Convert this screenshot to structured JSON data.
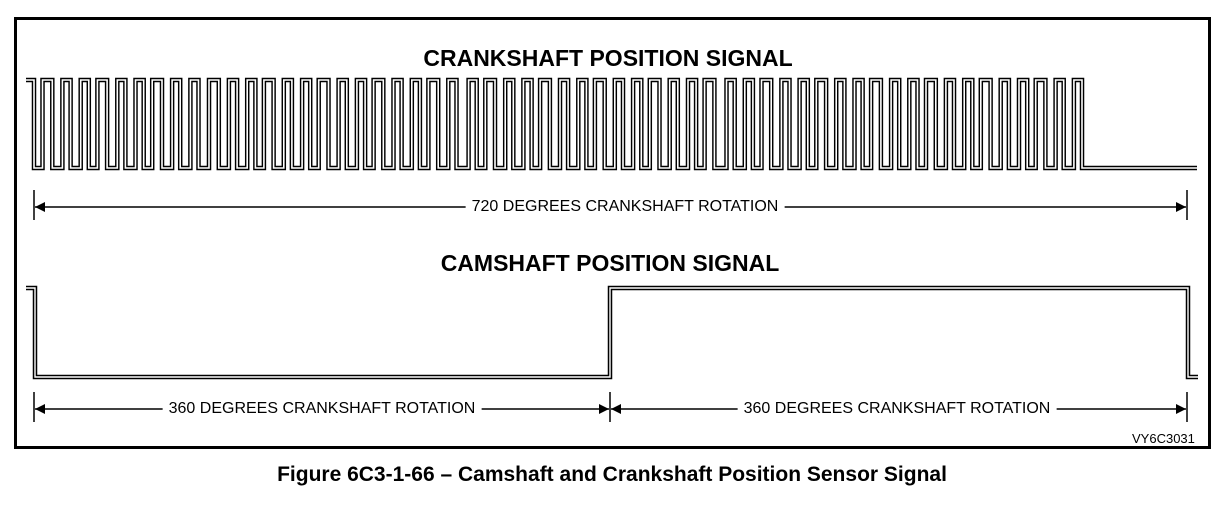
{
  "crankshaft": {
    "title": "CRANKSHAFT POSITION SIGNAL",
    "rotation_label": "720 DEGREES CRANKSHAFT ROTATION"
  },
  "camshaft": {
    "title": "CAMSHAFT POSITION SIGNAL",
    "first_half_label": "360 DEGREES CRANKSHAFT ROTATION",
    "second_half_label": "360 DEGREES CRANKSHAFT ROTATION"
  },
  "reference_code": "VY6C3031",
  "caption": "Figure 6C3-1-66 – Camshaft and Crankshaft Position Sensor Signal"
}
